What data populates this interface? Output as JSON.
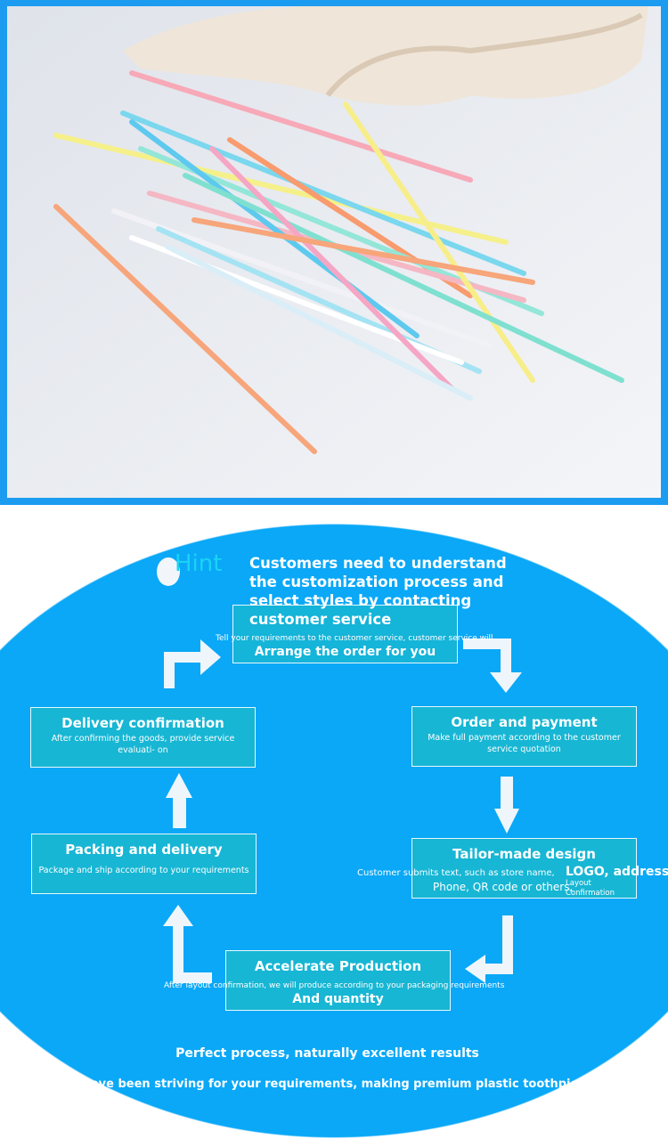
{
  "hint": {
    "label": "Hint",
    "text": "Customers need to understand the customization process and select styles by contacting customer service"
  },
  "steps": [
    {
      "title": "Arrange the order for you",
      "desc": "Tell your requirements to the customer service, customer service will"
    },
    {
      "title": "Order and payment",
      "desc": "Make full payment according to the customer service quotation"
    },
    {
      "title": "Tailor-made design",
      "desc": "Customer submits text, such as store name,",
      "big": "LOGO, address",
      "line2": "Phone, QR code or others,",
      "small": "Layout Confirmation"
    },
    {
      "title": "Accelerate Production",
      "desc": "After layout confirmation, we will produce according to your packaging requirements",
      "title2": "And quantity"
    },
    {
      "title": "Packing and delivery",
      "desc": "Package and ship according to your requirements"
    },
    {
      "title": "Delivery confirmation",
      "desc": "After confirming the goods, provide service evaluati- on"
    }
  ],
  "footer": {
    "line1": "Perfect process, naturally excellent results",
    "line2": "We have been striving for your requirements, making premium plastic toothpicks"
  },
  "colors": {
    "frame": "#1c9cf0",
    "oval": "#0aa8f7",
    "box": "#17b6d4"
  }
}
